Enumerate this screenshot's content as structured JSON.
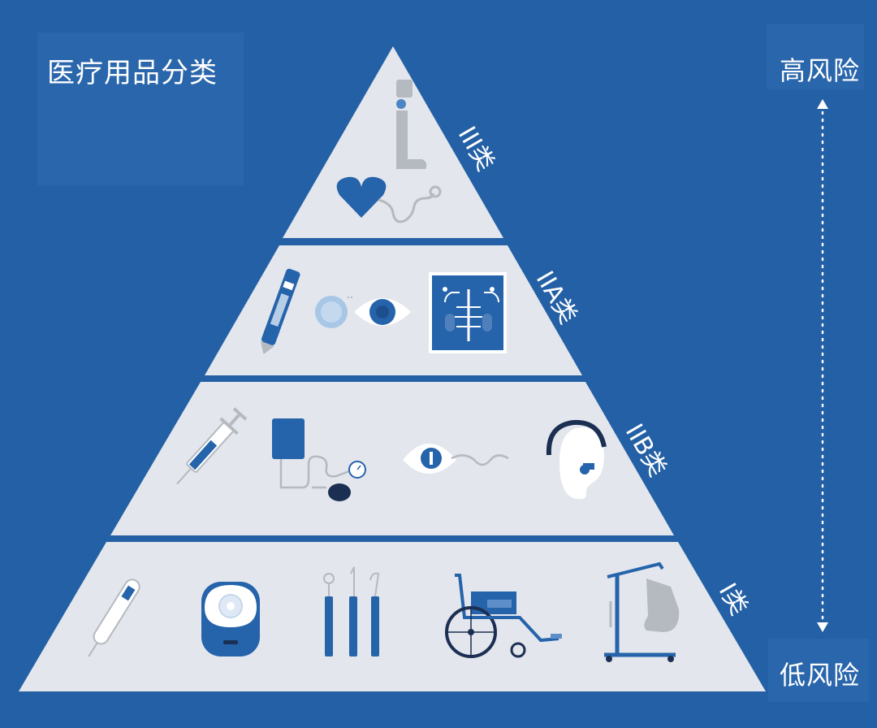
{
  "title": "医疗用品分类",
  "risk_axis": {
    "high_label": "高风险",
    "low_label": "低风险"
  },
  "tiers": [
    {
      "label": "III类",
      "items": [
        "prosthetic-leg-icon",
        "heart-pacemaker-icon"
      ]
    },
    {
      "label": "IIA类",
      "items": [
        "insulin-pen-icon",
        "contact-lens-icon",
        "eye-icon",
        "xray-film-icon"
      ]
    },
    {
      "label": "IIB类",
      "items": [
        "syringe-icon",
        "blood-pressure-monitor-icon",
        "eye-implant-icon",
        "hearing-aid-icon"
      ]
    },
    {
      "label": "I类",
      "items": [
        "thermometer-icon",
        "ostomy-bag-icon",
        "dental-tools-icon",
        "wheelchair-icon",
        "patient-lift-icon"
      ]
    }
  ],
  "colors": {
    "background": "#2360a5",
    "panel": "#2a66ab",
    "tier_fill": "#e3e6ec",
    "icon_blue": "#2563ab",
    "icon_gray": "#b5b9c0",
    "white": "#ffffff"
  }
}
